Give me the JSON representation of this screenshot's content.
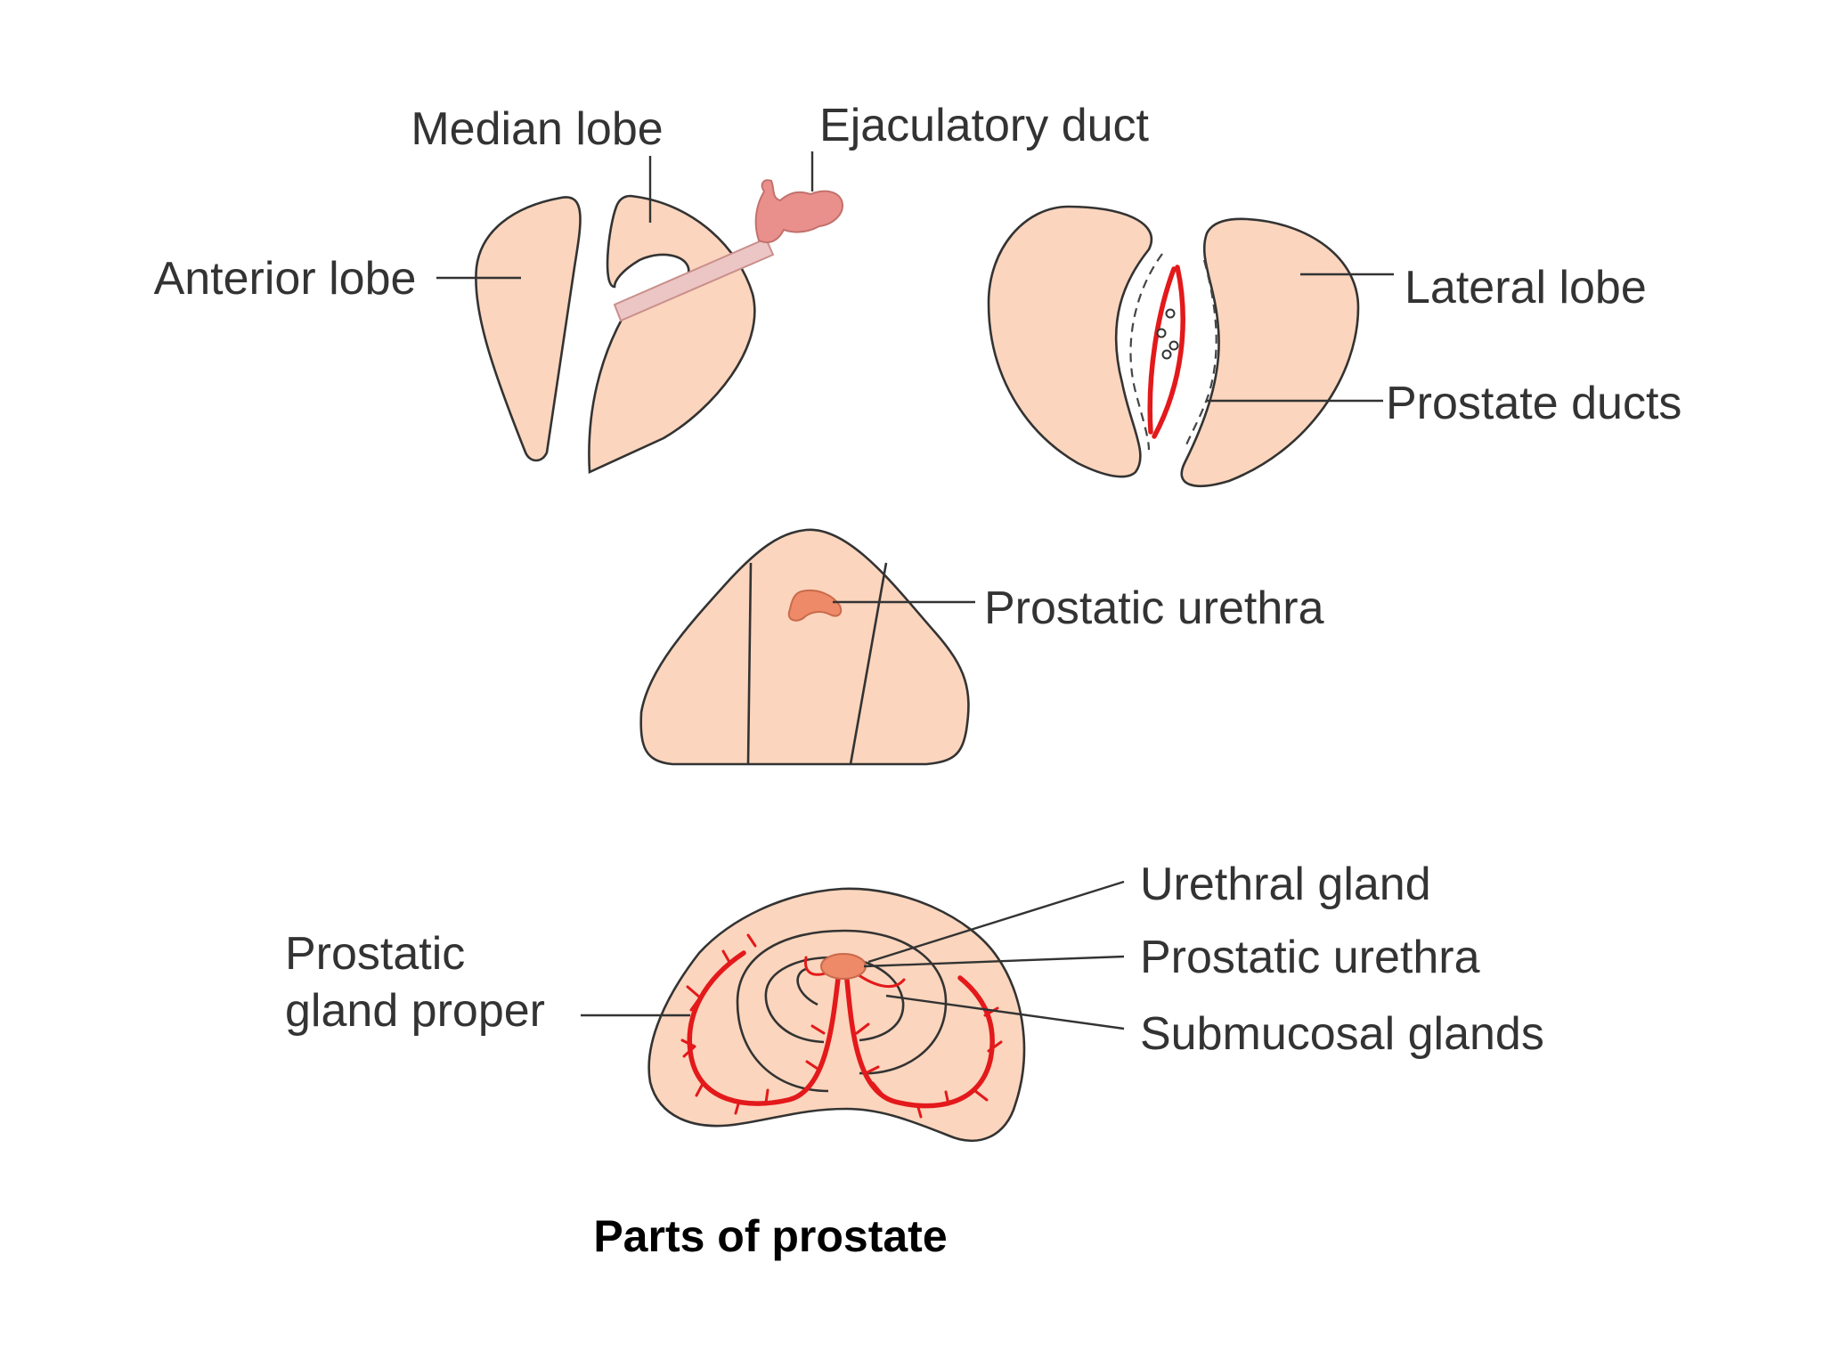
{
  "figure": {
    "caption": "Parts of prostate"
  },
  "labels": {
    "median_lobe": "Median lobe",
    "ejaculatory_duct": "Ejaculatory duct",
    "anterior_lobe": "Anterior lobe",
    "lateral_lobe": "Lateral lobe",
    "prostate_ducts": "Prostate ducts",
    "prostatic_urethra_mid": "Prostatic urethra",
    "urethral_gland": "Urethral gland",
    "prostatic_urethra_bottom": "Prostatic urethra",
    "submucosal_glands": "Submucosal glands",
    "prostatic_gland_proper_line1": "Prostatic",
    "prostatic_gland_proper_line2": "gland proper"
  },
  "colors": {
    "tissue": "#fbd5bd",
    "outline": "#333333",
    "gland_red": "#e3191b",
    "urethra": "#ee8a68",
    "ejaculatory_duct": "#e9908c"
  }
}
